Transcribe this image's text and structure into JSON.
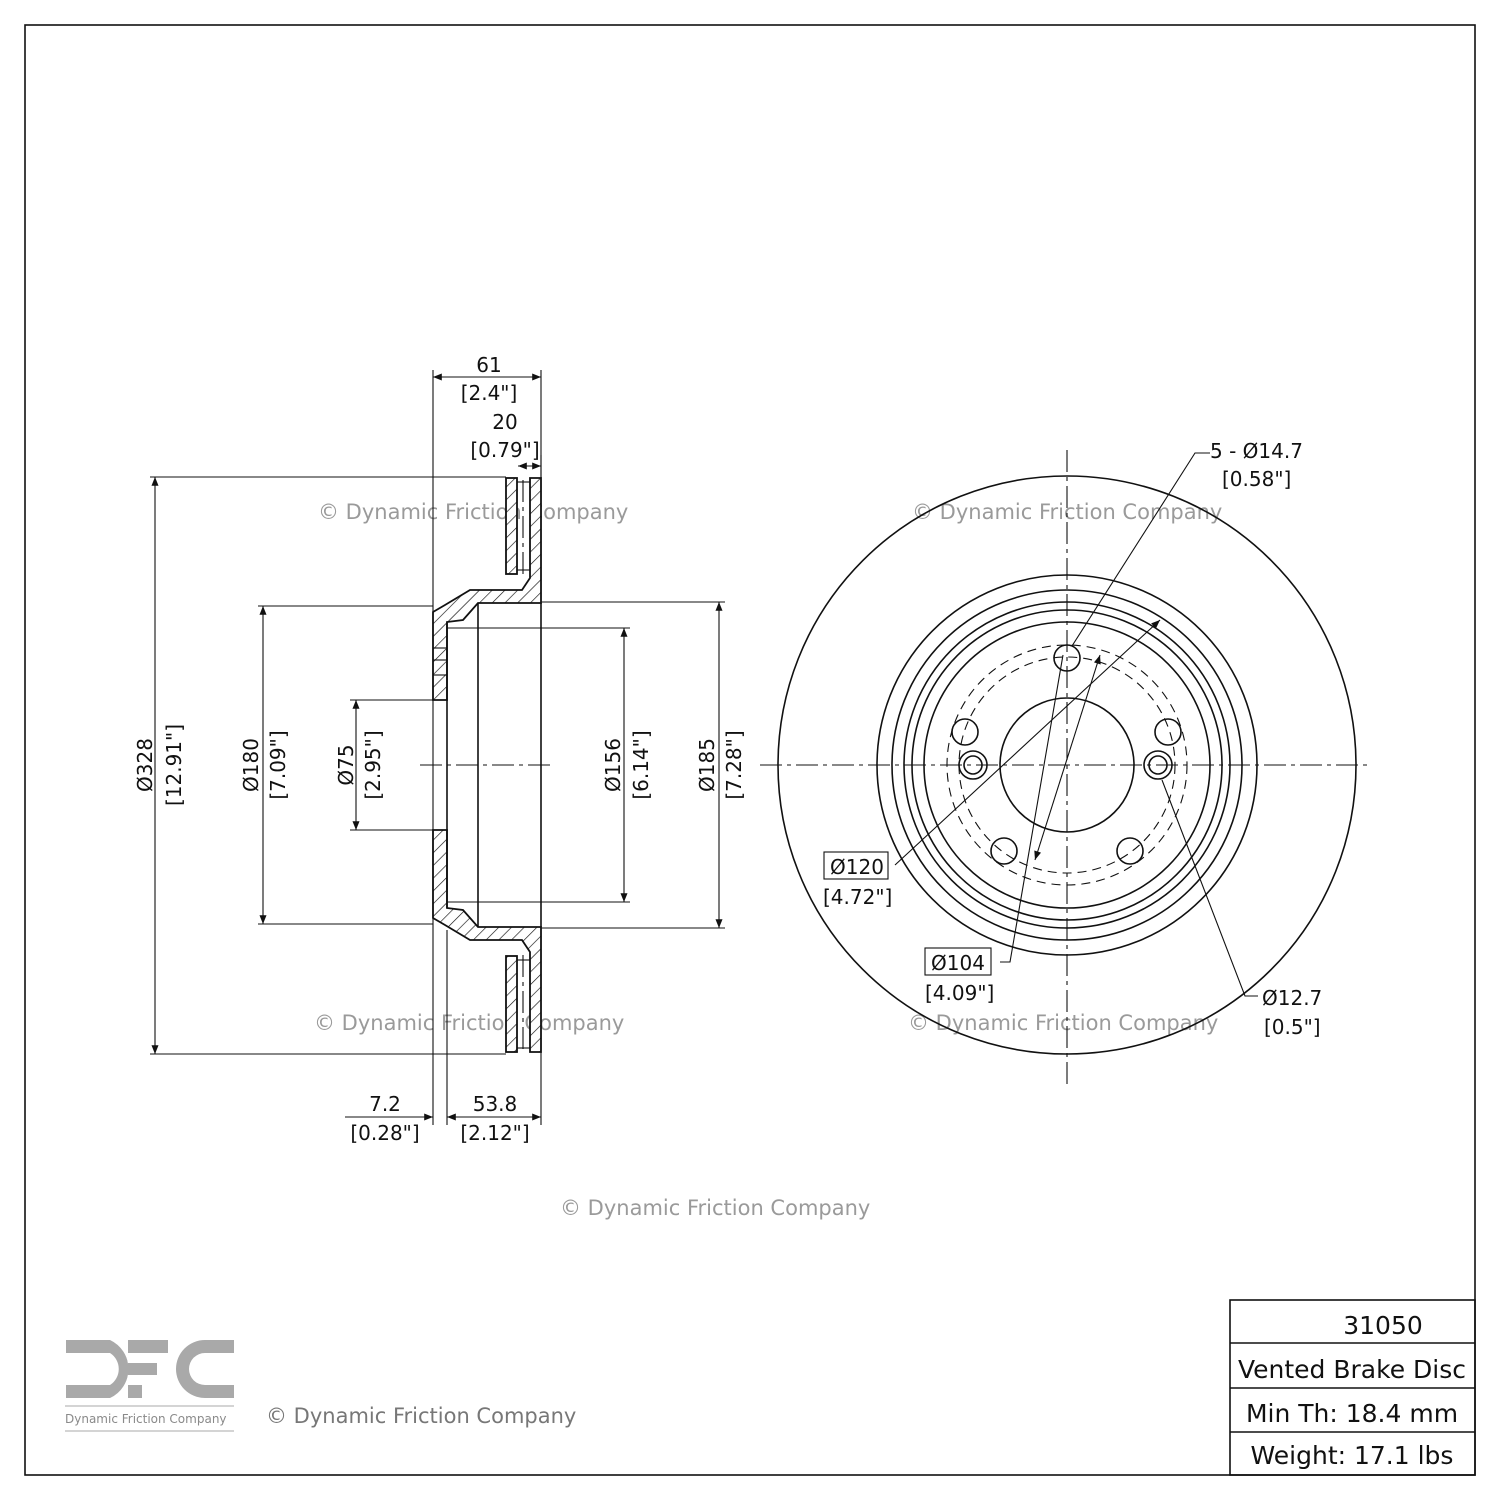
{
  "watermark": "© Dynamic Friction Company",
  "logo": {
    "letters": "DFC",
    "company": "Dynamic Friction Company"
  },
  "footer_copyright": "© Dynamic Friction Company",
  "section_view": {
    "overall_width": {
      "mm": "61",
      "in": "[2.4\"]"
    },
    "disc_thickness": {
      "mm": "20",
      "in": "[0.79\"]"
    },
    "outer_diameter": {
      "mm": "Ø328",
      "in": "[12.91\"]"
    },
    "hat_diameter": {
      "mm": "Ø180",
      "in": "[7.09\"]"
    },
    "center_bore": {
      "mm": "Ø75",
      "in": "[2.95\"]"
    },
    "inner_hat_diameter": {
      "mm": "Ø156",
      "in": "[6.14\"]"
    },
    "hat_outer_diameter": {
      "mm": "Ø185",
      "in": "[7.28\"]"
    },
    "flange_thickness": {
      "mm": "7.2",
      "in": "[0.28\"]"
    },
    "hat_height": {
      "mm": "53.8",
      "in": "[2.12\"]"
    }
  },
  "face_view": {
    "bolt_holes": {
      "mm": "5 - Ø14.7",
      "in": "[0.58\"]"
    },
    "bolt_circle": {
      "mm": "Ø120",
      "in": "[4.72\"]"
    },
    "pilot": {
      "mm": "Ø104",
      "in": "[4.09\"]"
    },
    "small_holes": {
      "mm": "Ø12.7",
      "in": "[0.5\"]"
    }
  },
  "spec_table": {
    "part_number": "31050",
    "type": "Vented Brake Disc",
    "min_thickness": "Min Th: 18.4 mm",
    "weight": "Weight: 17.1 lbs"
  }
}
